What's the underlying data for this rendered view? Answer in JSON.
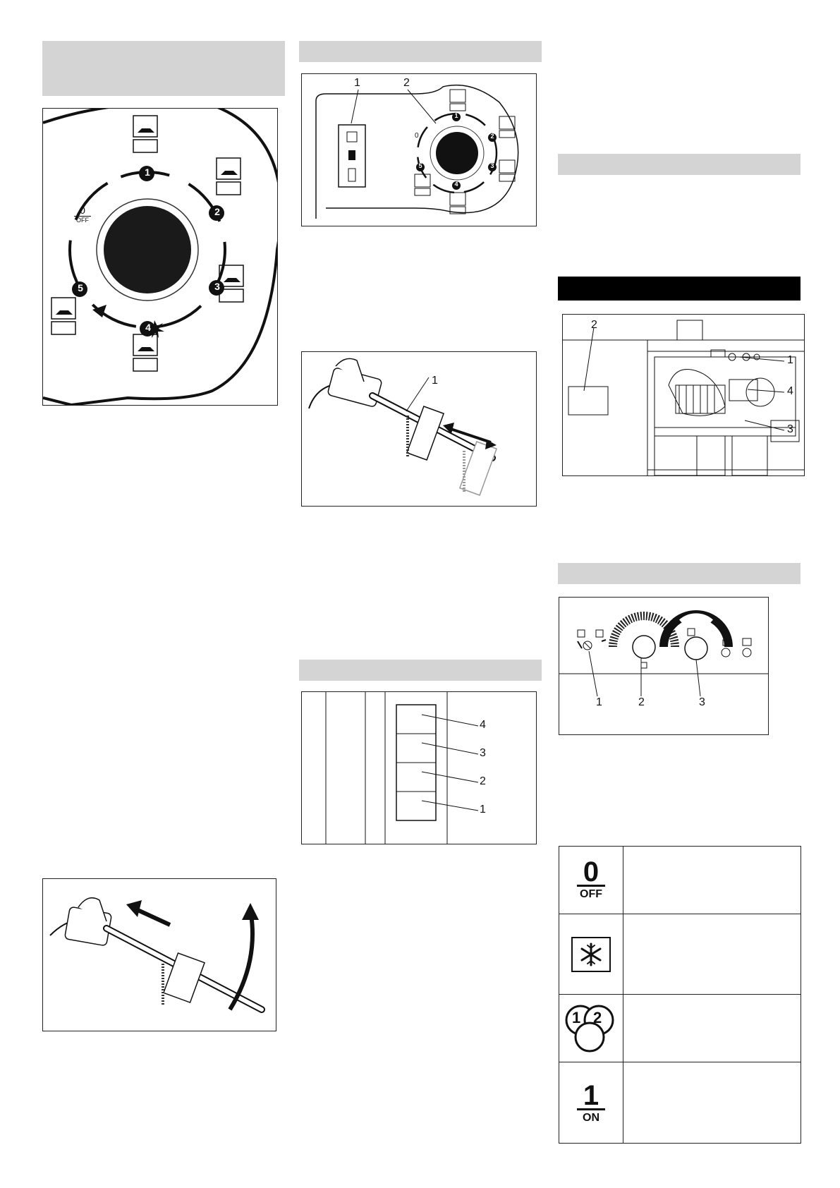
{
  "figure_a": {
    "off_value": "0",
    "off_label": "OFF",
    "positions": [
      "1",
      "2",
      "3",
      "4",
      "5"
    ]
  },
  "figure_b": {
    "callouts": [
      "1",
      "2"
    ],
    "off_value": "0",
    "positions": [
      "1",
      "2",
      "3",
      "4",
      "5"
    ]
  },
  "figure_c": {
    "callouts": [
      "1"
    ]
  },
  "figure_d": {
    "callouts": [
      "4",
      "3",
      "2",
      "1"
    ]
  },
  "figure_e": {
    "callouts": [
      "2",
      "1",
      "4",
      "3"
    ]
  },
  "figure_f": {
    "callouts": [
      "1",
      "2",
      "3"
    ]
  },
  "symbols": {
    "off": {
      "value": "0",
      "label": "OFF"
    },
    "frost": {
      "icon": "snowflake-icon"
    },
    "program": {
      "icon": "program-circles-icon",
      "digits": [
        "1",
        "2"
      ]
    },
    "on": {
      "value": "1",
      "label": "ON"
    }
  }
}
